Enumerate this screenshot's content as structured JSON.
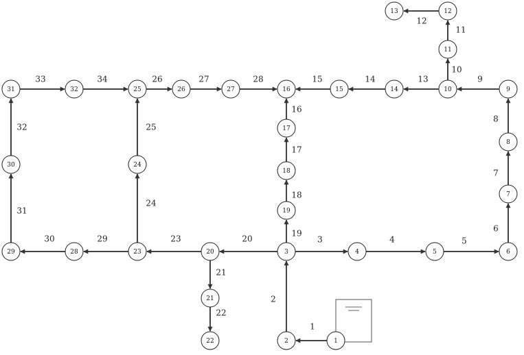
{
  "diagram": {
    "node_labels": [
      "1",
      "2",
      "3",
      "4",
      "5",
      "6",
      "7",
      "8",
      "9",
      "10",
      "11",
      "12",
      "13",
      "14",
      "15",
      "16",
      "17",
      "18",
      "19",
      "20",
      "21",
      "22",
      "23",
      "24",
      "25",
      "26",
      "27",
      "28",
      "29",
      "30",
      "31",
      "32"
    ],
    "edges": [
      {
        "label": "1",
        "from": "1",
        "to": "2"
      },
      {
        "label": "2",
        "from": "2",
        "to": "3"
      },
      {
        "label": "3",
        "from": "3",
        "to": "4"
      },
      {
        "label": "4",
        "from": "4",
        "to": "5"
      },
      {
        "label": "5",
        "from": "5",
        "to": "6"
      },
      {
        "label": "6",
        "from": "6",
        "to": "7"
      },
      {
        "label": "7",
        "from": "7",
        "to": "8"
      },
      {
        "label": "8",
        "from": "8",
        "to": "9"
      },
      {
        "label": "9",
        "from": "9",
        "to": "10"
      },
      {
        "label": "10",
        "from": "10",
        "to": "11"
      },
      {
        "label": "11",
        "from": "11",
        "to": "12"
      },
      {
        "label": "12",
        "from": "12",
        "to": "13"
      },
      {
        "label": "13",
        "from": "10",
        "to": "14"
      },
      {
        "label": "14",
        "from": "14",
        "to": "15"
      },
      {
        "label": "15",
        "from": "15",
        "to": "16"
      },
      {
        "label": "16",
        "from": "17",
        "to": "16"
      },
      {
        "label": "17",
        "from": "18",
        "to": "17"
      },
      {
        "label": "18",
        "from": "19",
        "to": "18"
      },
      {
        "label": "19",
        "from": "3",
        "to": "19"
      },
      {
        "label": "20",
        "from": "3",
        "to": "20"
      },
      {
        "label": "21",
        "from": "20",
        "to": "21"
      },
      {
        "label": "22",
        "from": "21",
        "to": "22"
      },
      {
        "label": "23",
        "from": "20",
        "to": "23"
      },
      {
        "label": "24",
        "from": "23",
        "to": "24"
      },
      {
        "label": "25",
        "from": "24",
        "to": "25"
      },
      {
        "label": "26",
        "from": "25",
        "to": "26"
      },
      {
        "label": "27",
        "from": "26",
        "to": "27"
      },
      {
        "label": "28",
        "from": "27",
        "to": "16"
      },
      {
        "label": "29",
        "from": "23",
        "to": "28"
      },
      {
        "label": "30",
        "from": "28",
        "to": "29"
      },
      {
        "label": "31",
        "from": "29",
        "to": "30"
      },
      {
        "label": "32",
        "from": "30",
        "to": "31"
      },
      {
        "label": "33",
        "from": "31",
        "to": "32"
      },
      {
        "label": "34",
        "from": "32",
        "to": "25"
      }
    ]
  }
}
